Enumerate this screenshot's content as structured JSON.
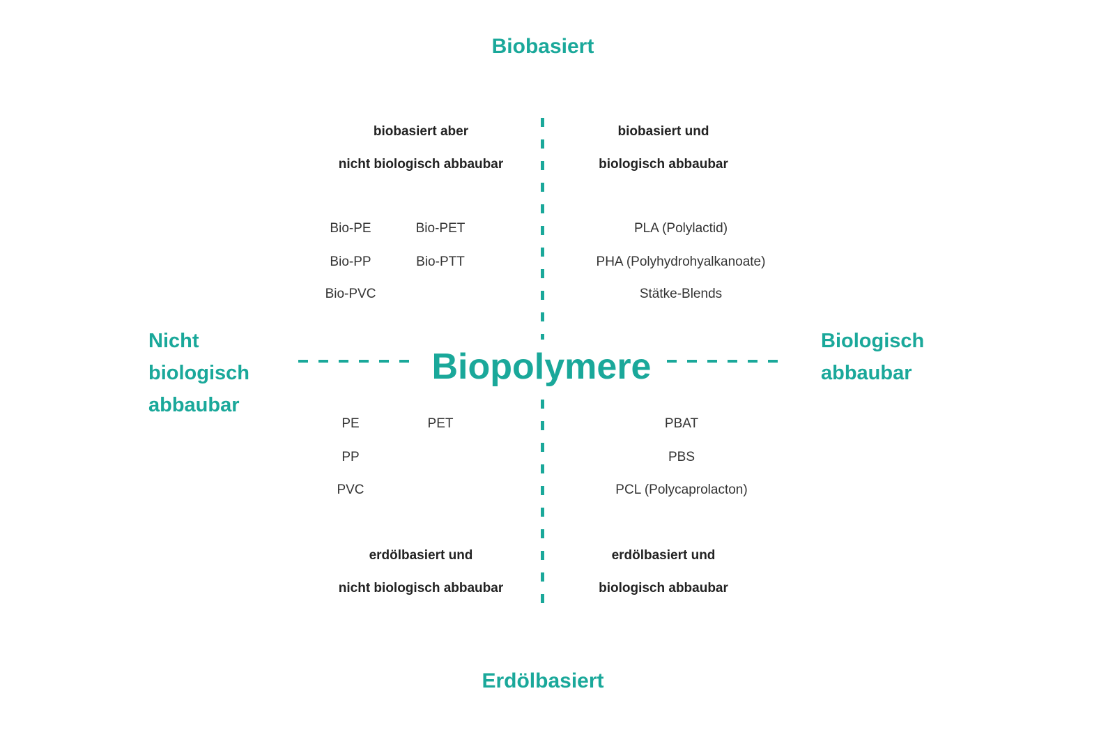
{
  "axes": {
    "top": "Biobasiert",
    "bottom": "Erdölbasiert",
    "left": [
      "Nicht",
      "biologisch",
      "abbaubar"
    ],
    "right": [
      "Biologisch",
      "abbaubar"
    ]
  },
  "center_title": "Biopolymere",
  "quadrants": {
    "top_left": {
      "heading": [
        "biobasiert aber",
        "nicht biologisch abbaubar"
      ],
      "items": [
        "Bio-PE",
        "Bio-PET",
        "Bio-PP",
        "Bio-PTT",
        "Bio-PVC"
      ]
    },
    "top_right": {
      "heading": [
        "biobasiert und",
        "biologisch abbaubar"
      ],
      "items": [
        "PLA (Polylactid)",
        "PHA (Polyhydrohyalkanoate)",
        "Stätke-Blends"
      ]
    },
    "bottom_left": {
      "heading": [
        "erdölbasiert und",
        "nicht biologisch abbaubar"
      ],
      "items": [
        "PE",
        "PET",
        "PP",
        "PVC"
      ]
    },
    "bottom_right": {
      "heading": [
        "erdölbasiert und",
        "biologisch abbaubar"
      ],
      "items": [
        "PBAT",
        "PBS",
        "PCL (Polycaprolacton)"
      ]
    }
  },
  "colors": {
    "accent": "#1aa89a",
    "text": "#222222"
  }
}
